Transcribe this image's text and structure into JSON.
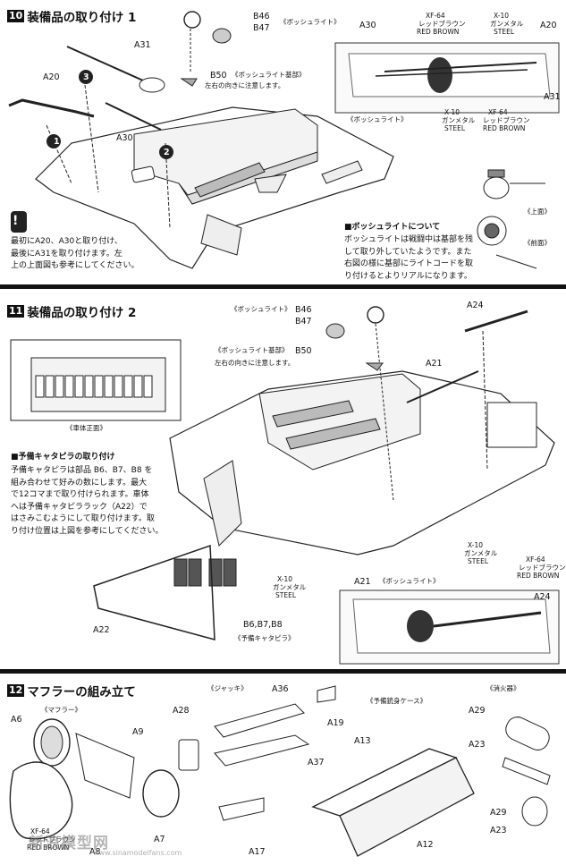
{
  "step10": {
    "num": "10",
    "title": "装備品の取り付け 1",
    "parts": {
      "b46": "B46",
      "b47": "B47",
      "b50": "B50",
      "b50_desc": "《ボッシュライト基部》",
      "b50_note": "左右の向きに注意します。",
      "boschlight": "《ボッシュライト》",
      "a30": "A30",
      "a31": "A31",
      "a20": "A20",
      "a30b": "A30",
      "a20b": "A20",
      "a31b": "A31"
    },
    "circles": [
      "1",
      "2",
      "3"
    ],
    "paints": {
      "xf64": "XF-64",
      "xf64_jp": "レッドブラウン",
      "xf64_en": "RED BROWN",
      "x10": "X-10",
      "x10_jp": "ガンメタル",
      "x10_en": "STEEL"
    },
    "boschlight_inset": "《ボッシュライト》",
    "warning": "最初にA20、A30と取り付け、\n最後にA31を取り付けます。左\n上の上面図も参考にしてください。",
    "about_title": "■ボッシュライトについて",
    "about_text": "ボッシュライトは戦闘中は基部を残\nして取り外していたようです。また\n右図の様に基部にライトコードを取\nり付けるとよりリアルになります。",
    "top_view": "《上面》",
    "front_view": "《前面》",
    "warn_icon": "!"
  },
  "step11": {
    "num": "11",
    "title": "装備品の取り付け 2",
    "parts": {
      "b46": "B46",
      "b47": "B47",
      "b50": "B50",
      "bosch": "《ボッシュライト》",
      "bosch_base": "《ボッシュライト基部》",
      "note": "左右の向きに注意します。",
      "a24": "A24",
      "a21": "A21",
      "a22": "A22",
      "b678": "B6,B7,B8",
      "spare_track": "《予備キャタピラ》",
      "a21b": "A21",
      "a24b": "A24",
      "bosch_inset": "《ボッシュライト》"
    },
    "front_label": "《車体正面》",
    "spare_title": "■予備キャタピラの取り付け",
    "spare_text": "予備キャタピラは部品 B6、B7、B8 を\n組み合わせて好みの数にします。最大\nで12コマまで取り付けられます。車体\nへは予備キャタピララック（A22）で\nはさみこむようにして取り付けます。取\nり付け位置は上図を参考にしてください。",
    "paints": {
      "x10": "X-10",
      "x10_jp": "ガンメタル",
      "x10_en": "STEEL",
      "xf64": "XF-64",
      "xf64_jp": "レッドブラウン",
      "xf64_en": "RED BROWN",
      "x10b": "X-10",
      "x10b_jp": "ガンメタル",
      "x10b_en": "STEEL"
    }
  },
  "step12": {
    "num": "12",
    "title": "マフラーの組み立て",
    "jack": "《ジャッキ》",
    "muffler": "《マフラー》",
    "barrel_case": "《予備銃身ケース》",
    "silencer": "《消火器》",
    "parts": {
      "a6": "A6",
      "a9": "A9",
      "a8": "A8",
      "a7": "A7",
      "a28": "A28",
      "a36": "A36",
      "a19": "A19",
      "a37": "A37",
      "a17": "A17",
      "a13": "A13",
      "a12": "A12",
      "a29": "A29",
      "a23": "A23",
      "a29b": "A29",
      "a23b": "A23"
    },
    "paint": {
      "xf64": "XF-64",
      "xf64_jp": "レッドブラウン",
      "xf64_en": "RED BROWN"
    }
  },
  "watermark": "新浪模型网",
  "watermark_url": "www.sinamodelfans.com"
}
